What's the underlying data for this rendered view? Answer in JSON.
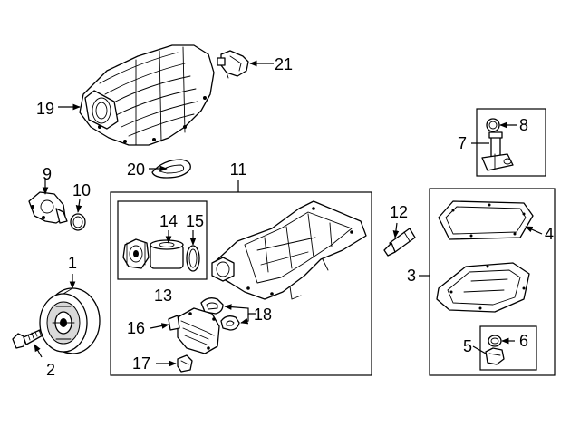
{
  "callouts": {
    "c1": "1",
    "c2": "2",
    "c3": "3",
    "c4": "4",
    "c5": "5",
    "c6": "6",
    "c7": "7",
    "c8": "8",
    "c9": "9",
    "c10": "10",
    "c11": "11",
    "c12": "12",
    "c13": "13",
    "c14": "14",
    "c15": "15",
    "c16": "16",
    "c17": "17",
    "c18": "18",
    "c19": "19",
    "c20": "20",
    "c21": "21"
  },
  "colors": {
    "line": "#000000",
    "background": "#ffffff",
    "shade": "#d9d9d9"
  }
}
